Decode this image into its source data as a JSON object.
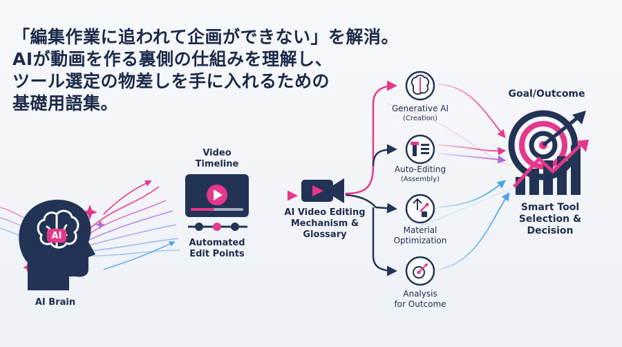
{
  "headline": {
    "line1": "「編集作業に追われて企画ができない」を解消。",
    "line2": "AIが動画を作る裏側の仕組みを理解し、",
    "line3": "ツール選定の物差しを手に入れるための",
    "line4": "基礎用語集。"
  },
  "brain": {
    "badge": "AI",
    "label": "AI Brain"
  },
  "timeline": {
    "title": "Video\nTimeline",
    "caption": "Automated\nEdit Points"
  },
  "mechanism": {
    "label": "AI Video Editing\nMechanism &\nGlossary"
  },
  "branches": [
    {
      "label": "Generative AI",
      "sub": "(Creation)",
      "icon": "brain-icon"
    },
    {
      "label": "Auto-Editing",
      "sub": "(Assembly)",
      "icon": "tools-icon"
    },
    {
      "label": "Material\nOptimization",
      "sub": "",
      "icon": "resize-icon"
    },
    {
      "label": "Analysis\nfor Outcome",
      "sub": "",
      "icon": "analysis-icon"
    }
  ],
  "goal": {
    "title": "Goal/Outcome",
    "label": "Smart Tool\nSelection &\nDecision"
  },
  "colors": {
    "navy": "#223355",
    "pink": "#e6388a",
    "purple": "#9b5de5",
    "blue": "#4aa3e8"
  }
}
